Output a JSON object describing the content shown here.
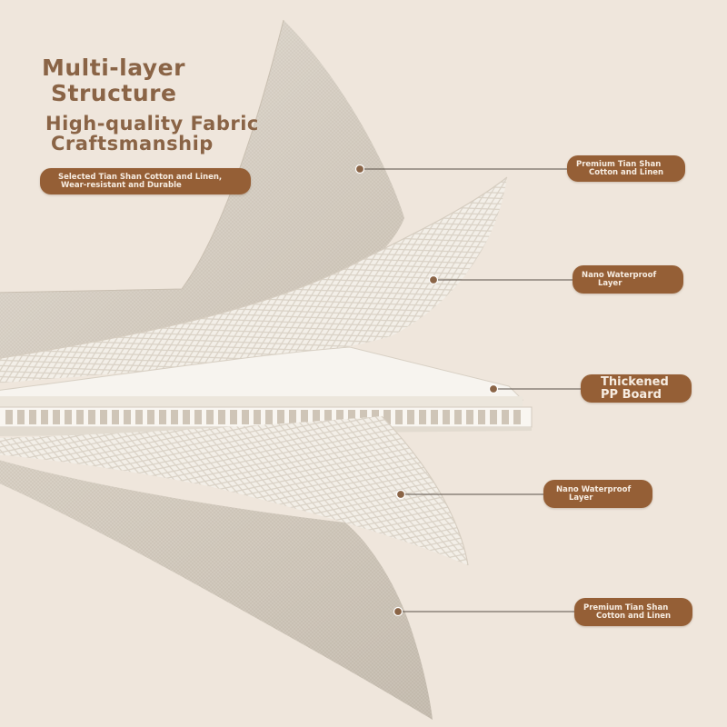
{
  "heading": {
    "line1": "Multi-layer",
    "line2": "Structure",
    "sub1": "High-quality Fabric",
    "sub2": "Craftsmanship"
  },
  "left_badge": {
    "line1": "Selected Tian Shan Cotton and Linen,",
    "line2": "Wear-resistant and Durable"
  },
  "callouts": [
    {
      "line1": "Premium Tian Shan",
      "line2": "Cotton and Linen"
    },
    {
      "line1": "Nano Waterproof",
      "line2": "Layer"
    },
    {
      "line1": "Thickened",
      "line2": "PP Board"
    },
    {
      "line1": "Nano Waterproof",
      "line2": "Layer"
    },
    {
      "line1": "Premium Tian Shan",
      "line2": "Cotton and Linen"
    }
  ],
  "colors": {
    "background": "#efe6dc",
    "accent": "#955f36",
    "heading": "#8a6446",
    "fabric": "#ddd6cb",
    "mesh": "#f4f0ea"
  }
}
